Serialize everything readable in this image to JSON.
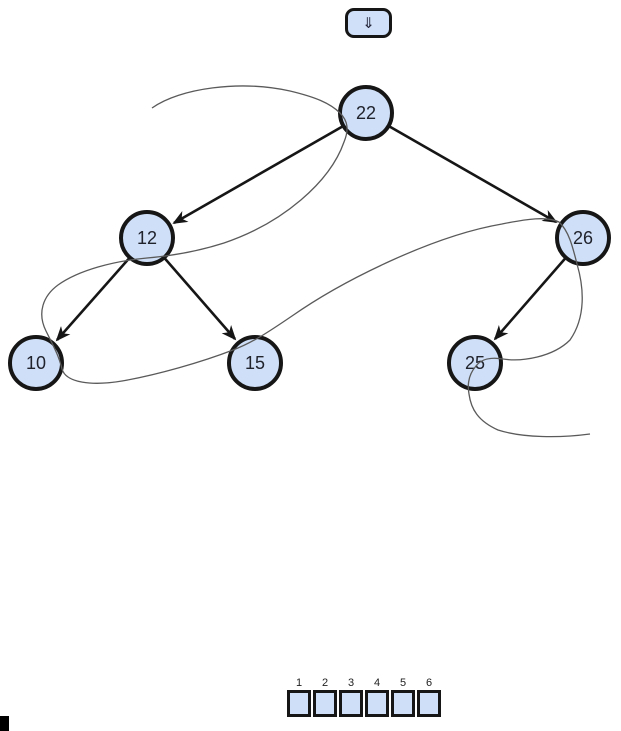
{
  "controls": {
    "step_button": {
      "glyph": "⇓",
      "action": "step-traversal"
    }
  },
  "tree": {
    "nodes": [
      {
        "id": "22",
        "label": "22"
      },
      {
        "id": "12",
        "label": "12"
      },
      {
        "id": "26",
        "label": "26"
      },
      {
        "id": "10",
        "label": "10"
      },
      {
        "id": "15",
        "label": "15"
      },
      {
        "id": "25",
        "label": "25"
      }
    ],
    "edges": [
      {
        "from": "22",
        "to": "12"
      },
      {
        "from": "22",
        "to": "26"
      },
      {
        "from": "12",
        "to": "10"
      },
      {
        "from": "12",
        "to": "15"
      },
      {
        "from": "26",
        "to": "25"
      }
    ],
    "traversal_curve": "continuous thin path threading through 22, 12, 10, 15, 26, 25"
  },
  "array": {
    "indices": [
      "1",
      "2",
      "3",
      "4",
      "5",
      "6"
    ],
    "cells": [
      "",
      "",
      "",
      "",
      "",
      ""
    ]
  },
  "colors": {
    "background": "#ffffff",
    "node_fill": "#cfdff7",
    "node_border": "#161616",
    "edge": "#161616",
    "traversal_curve": "#5a5a5a",
    "button_fill": "#cfe0f8"
  }
}
